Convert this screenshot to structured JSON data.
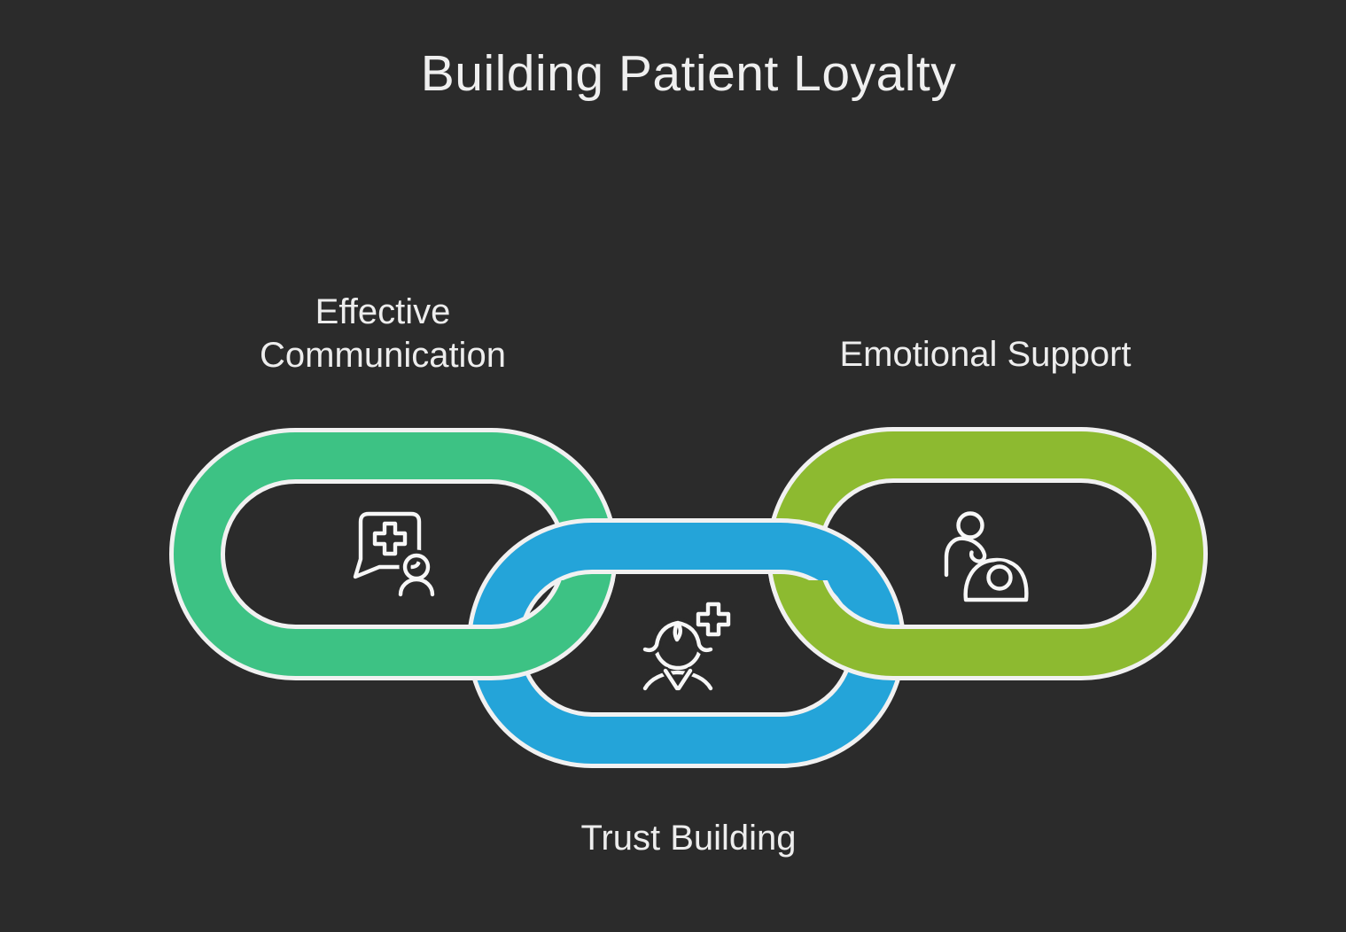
{
  "title": "Building Patient Loyalty",
  "links": [
    {
      "label": "Effective Communication",
      "color": "#3DC284",
      "icon": "chat-medical-icon"
    },
    {
      "label": "Trust Building",
      "color": "#24A4D9",
      "icon": "patient-plus-icon"
    },
    {
      "label": "Emotional Support",
      "color": "#8DBA30",
      "icon": "caregiver-icon"
    }
  ],
  "colors": {
    "background": "#2B2B2B",
    "outline": "#F1F1F1",
    "icon_stroke": "#F7F7F7",
    "text": "#EDEDED"
  }
}
